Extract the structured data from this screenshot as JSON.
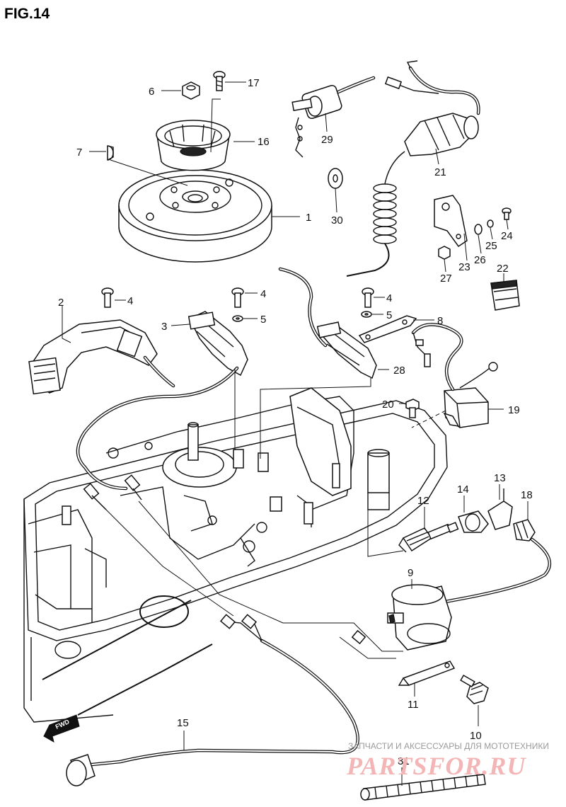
{
  "figure": {
    "title": "FIG.14"
  },
  "callouts": [
    {
      "id": "c1",
      "text": "1"
    },
    {
      "id": "c2",
      "text": "2"
    },
    {
      "id": "c3",
      "text": "3"
    },
    {
      "id": "c4a",
      "text": "4"
    },
    {
      "id": "c4b",
      "text": "4"
    },
    {
      "id": "c4c",
      "text": "4"
    },
    {
      "id": "c5a",
      "text": "5"
    },
    {
      "id": "c5b",
      "text": "5"
    },
    {
      "id": "c6",
      "text": "6"
    },
    {
      "id": "c7",
      "text": "7"
    },
    {
      "id": "c8",
      "text": "8"
    },
    {
      "id": "c9",
      "text": "9"
    },
    {
      "id": "c10",
      "text": "10"
    },
    {
      "id": "c11",
      "text": "11"
    },
    {
      "id": "c12",
      "text": "12"
    },
    {
      "id": "c13",
      "text": "13"
    },
    {
      "id": "c14",
      "text": "14"
    },
    {
      "id": "c15",
      "text": "15"
    },
    {
      "id": "c16",
      "text": "16"
    },
    {
      "id": "c17",
      "text": "17"
    },
    {
      "id": "c18",
      "text": "18"
    },
    {
      "id": "c19",
      "text": "19"
    },
    {
      "id": "c20",
      "text": "20"
    },
    {
      "id": "c21",
      "text": "21"
    },
    {
      "id": "c22",
      "text": "22"
    },
    {
      "id": "c23",
      "text": "23"
    },
    {
      "id": "c24",
      "text": "24"
    },
    {
      "id": "c25",
      "text": "25"
    },
    {
      "id": "c26",
      "text": "26"
    },
    {
      "id": "c27",
      "text": "27"
    },
    {
      "id": "c28",
      "text": "28"
    },
    {
      "id": "c29",
      "text": "29"
    },
    {
      "id": "c30",
      "text": "30"
    },
    {
      "id": "c31",
      "text": "31"
    }
  ],
  "direction_marker": {
    "text": "FWD"
  },
  "watermark": {
    "tagline": "ЗАПЧАСТИ И АКСЕССУАРЫ ДЛЯ МОТОТЕХНИКИ",
    "logo": "PARTSFOR.RU"
  },
  "colors": {
    "line": "#111111",
    "background": "#ffffff",
    "watermark_logo": "#f3b5b5",
    "watermark_text": "#9a9a9a"
  }
}
